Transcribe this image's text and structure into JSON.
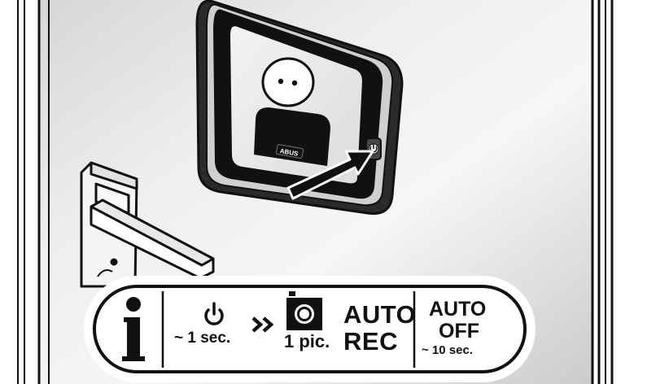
{
  "instruction_bar": {
    "step1_duration": "~ 1 sec.",
    "step2_label_1": "1 pic.",
    "step2_label_2": "AUTO",
    "step2_label_3": "REC",
    "step3_label_1": "AUTO",
    "step3_label_2": "OFF",
    "step3_duration": "~ 10 sec."
  },
  "device": {
    "brand_label": "ABUS"
  },
  "icons": {
    "info": "info-icon",
    "power": "power-icon",
    "next": "double-chevron-icon",
    "camera": "camera-icon",
    "press_arrow": "arrow-icon"
  },
  "colors": {
    "background_light": "#f2f2f2",
    "background_dark": "#c9c9c9",
    "outline": "#111111",
    "panel": "#ffffff"
  }
}
